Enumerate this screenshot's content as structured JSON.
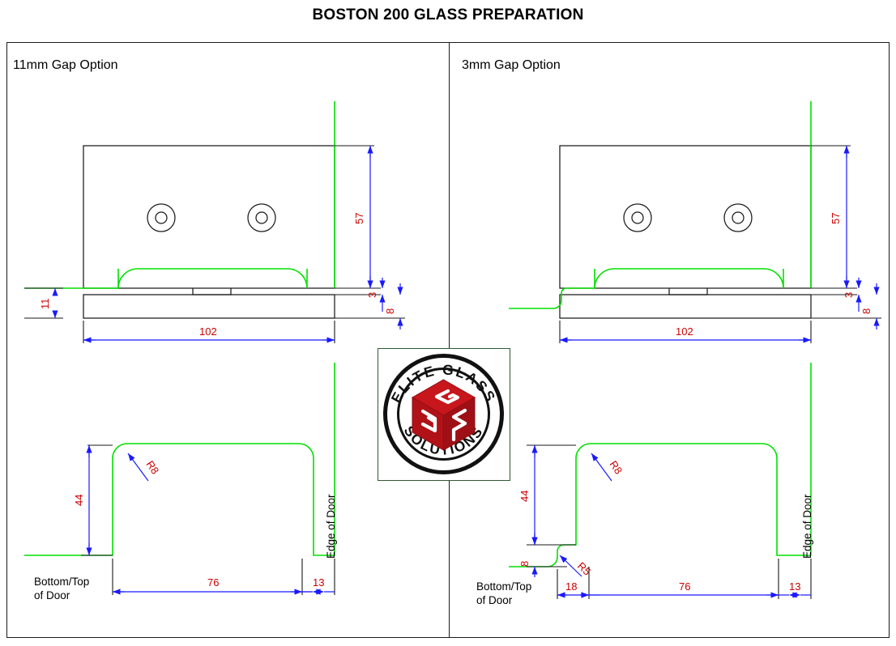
{
  "document": {
    "title": "BOSTON 200 GLASS PREPARATION"
  },
  "panels": [
    {
      "id": "left",
      "title": "11mm Gap Option"
    },
    {
      "id": "right",
      "title": "3mm Gap Option"
    }
  ],
  "labels": {
    "edge_of_door": "Edge of Door",
    "bottom_top_of_door_line1": "Bottom/Top",
    "bottom_top_of_door_line2": "of Door"
  },
  "dimensions": {
    "left_elevation": {
      "gap": "11",
      "height_57": "57",
      "offset_3": "3",
      "thickness_8": "8",
      "width_102": "102"
    },
    "left_plan": {
      "height_44": "44",
      "radius_r8": "R8",
      "width_76": "76",
      "edge_13": "13"
    },
    "right_elevation": {
      "height_57": "57",
      "offset_3": "3",
      "thickness_8": "8",
      "width_102": "102"
    },
    "right_plan": {
      "height_44": "44",
      "radius_r8": "R8",
      "step_8": "8",
      "radius_r5": "R5",
      "width_18": "18",
      "width_76": "76",
      "edge_13": "13"
    }
  },
  "logo": {
    "top_text": "ELITE GLASS",
    "bottom_text": "SOLUTIONS",
    "cube_letters": [
      "G",
      "E",
      "S"
    ]
  },
  "colors": {
    "glass_outline": "#00e000",
    "dimension_line": "#1a1aff",
    "dimension_text": "#cc0000",
    "object_line": "#1a1a1a",
    "logo_red": "#c8161d",
    "logo_border": "#2d5a33"
  }
}
